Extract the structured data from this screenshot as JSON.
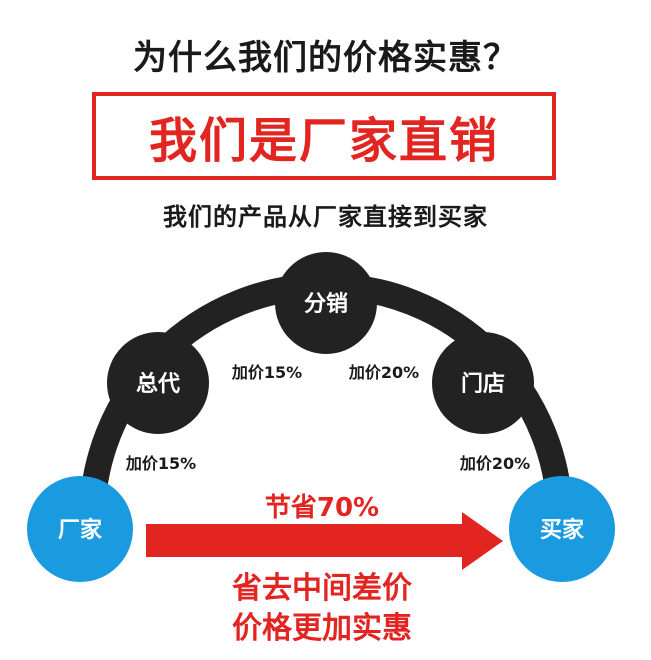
{
  "header": {
    "question": "为什么我们的价格实惠？",
    "banner": "我们是厂家直销",
    "subtitle": "我们的产品从厂家直接到买家"
  },
  "nodes": {
    "factory": "厂家",
    "general_agent": "总代",
    "distribution": "分销",
    "store": "门店",
    "buyer": "买家"
  },
  "markups": {
    "factory_to_agent": "加价15%",
    "agent_to_distribution": "加价15%",
    "distribution_to_store": "加价20%",
    "store_to_buyer": "加价20%"
  },
  "savings": {
    "label": "节省70%",
    "line1": "省去中间差价",
    "line2": "价格更加实惠"
  },
  "colors": {
    "red": "#e32522",
    "blue": "#1a9be0",
    "dark": "#222222",
    "text": "#1a1a1a"
  }
}
